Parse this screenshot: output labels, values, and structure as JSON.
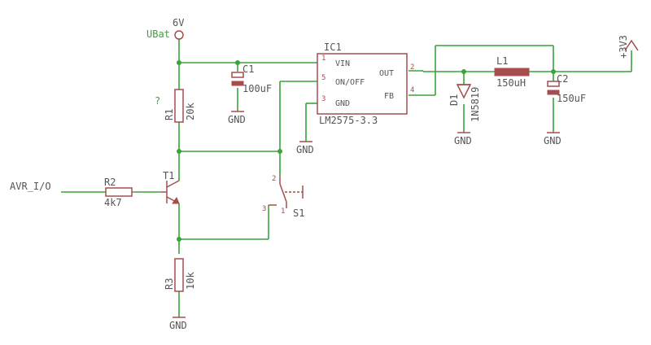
{
  "nets": {
    "supply_voltage": "6V",
    "supply_name": "UBat",
    "input_signal": "AVR_I/O",
    "output_rail": "+3V3",
    "ground": "GND"
  },
  "parts": {
    "ic1": {
      "ref": "IC1",
      "value": "LM2575-3.3",
      "pins": {
        "vin": "VIN",
        "vin_num": "1",
        "onoff": "ON/OFF",
        "onoff_num": "5",
        "gnd": "GND",
        "gnd_num": "3",
        "out": "OUT",
        "out_num": "2",
        "fb": "FB",
        "fb_num": "4"
      }
    },
    "c1": {
      "ref": "C1",
      "value": "100uF"
    },
    "c2": {
      "ref": "C2",
      "value": "150uF"
    },
    "l1": {
      "ref": "L1",
      "value": "150uH"
    },
    "d1": {
      "ref": "D1",
      "value": "1N5819"
    },
    "r1": {
      "ref": "R1",
      "value": "20k",
      "note": "?"
    },
    "r2": {
      "ref": "R2",
      "value": "4k7"
    },
    "r3": {
      "ref": "R3",
      "value": "10k"
    },
    "t1": {
      "ref": "T1"
    },
    "s1": {
      "ref": "S1",
      "pin1": "1",
      "pin2": "2",
      "pin3": "3"
    }
  },
  "colors": {
    "wire": "#3aa33a",
    "part": "#a64d4d",
    "text": "#555555"
  }
}
